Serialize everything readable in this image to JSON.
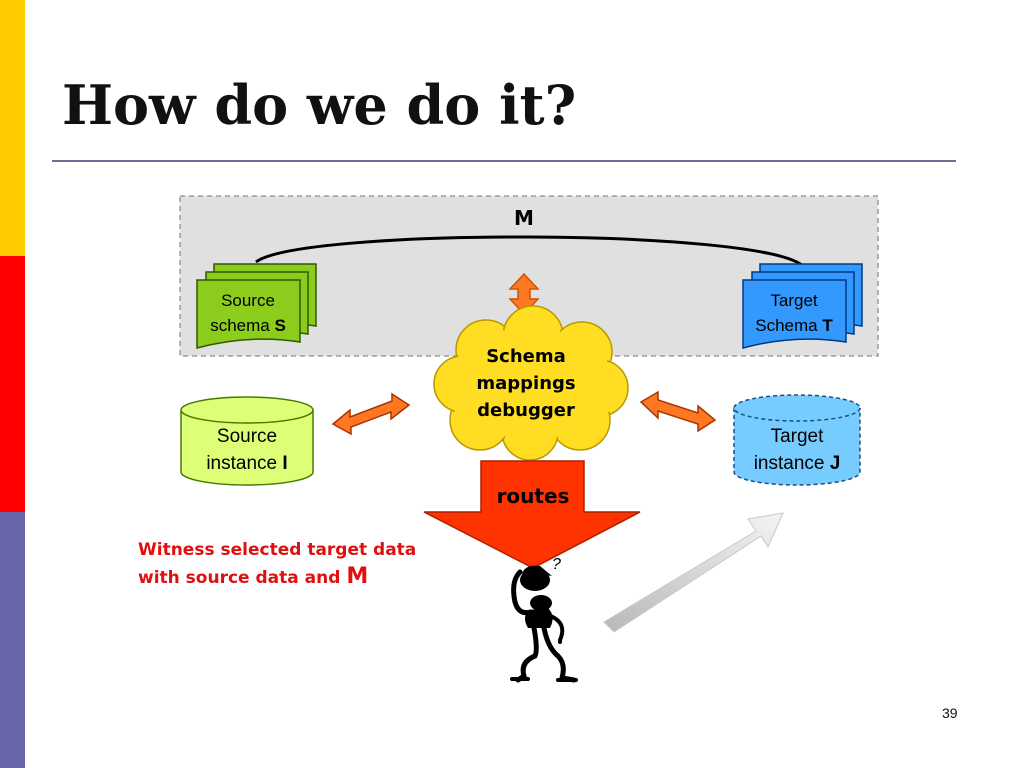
{
  "slide": {
    "title": "How do we do it?",
    "number": "39"
  },
  "diagram": {
    "mapping_label": "M",
    "source_schema": {
      "line1": "Source",
      "line2": "schema ",
      "line2_bold": "S"
    },
    "target_schema": {
      "line1": "Target",
      "line2": "Schema ",
      "line2_bold": "T"
    },
    "debugger": {
      "line1": "Schema",
      "line2": "mappings",
      "line3": "debugger"
    },
    "source_instance": {
      "line1": "Source",
      "line2": "instance ",
      "line2_bold": "I"
    },
    "target_instance": {
      "line1": "Target",
      "line2": "instance ",
      "line2_bold": "J"
    },
    "routes_label": "routes",
    "question_mark": "?",
    "witness": {
      "line1": "Witness selected target data",
      "line2": "with source data and ",
      "line2_emph": "M"
    }
  },
  "colors": {
    "stripe_yellow": "#ffcc00",
    "stripe_red": "#ff0000",
    "stripe_blue": "#6666a8",
    "schema_green": "#8ccc1c",
    "schema_blue": "#3399ff",
    "cloud_yellow": "#ffdd22",
    "instance_green": "#ddff77",
    "instance_blue": "#77ccff",
    "arrow_orange": "#ff7722",
    "routes_red": "#ff3300",
    "witness_red": "#e01010"
  }
}
